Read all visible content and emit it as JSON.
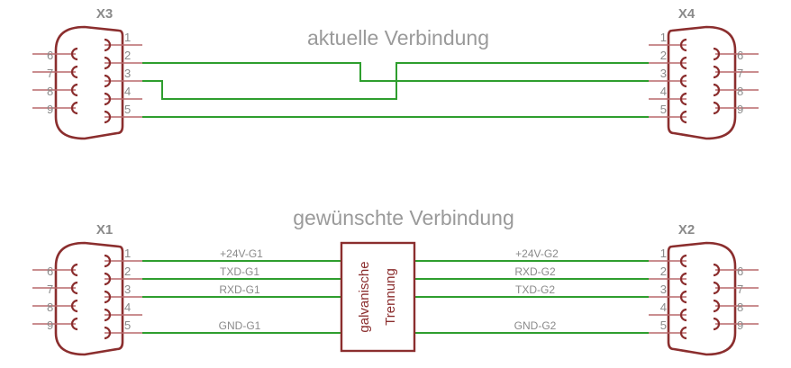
{
  "titles": {
    "current": "aktuelle Verbindung",
    "desired": "gewünschte Verbindung"
  },
  "connectors": {
    "x3": {
      "ref": "X3"
    },
    "x4": {
      "ref": "X4"
    },
    "x1": {
      "ref": "X1"
    },
    "x2": {
      "ref": "X2"
    }
  },
  "pins": {
    "outer": [
      "1",
      "2",
      "3",
      "4",
      "5"
    ],
    "inner": [
      "6",
      "7",
      "8",
      "9"
    ]
  },
  "isolator": {
    "line1": "galvanische",
    "line2": "Trennung"
  },
  "signals": {
    "left": {
      "pin1": "+24V-G1",
      "pin2": "TXD-G1",
      "pin3": "RXD-G1",
      "pin5": "GND-G1"
    },
    "right": {
      "pin1": "+24V-G2",
      "pin2": "RXD-G2",
      "pin3": "TXD-G2",
      "pin5": "GND-G2"
    }
  },
  "colors": {
    "component": "#8b2e2e",
    "wire": "#2e9e2e",
    "text": "#9a9a9a"
  }
}
